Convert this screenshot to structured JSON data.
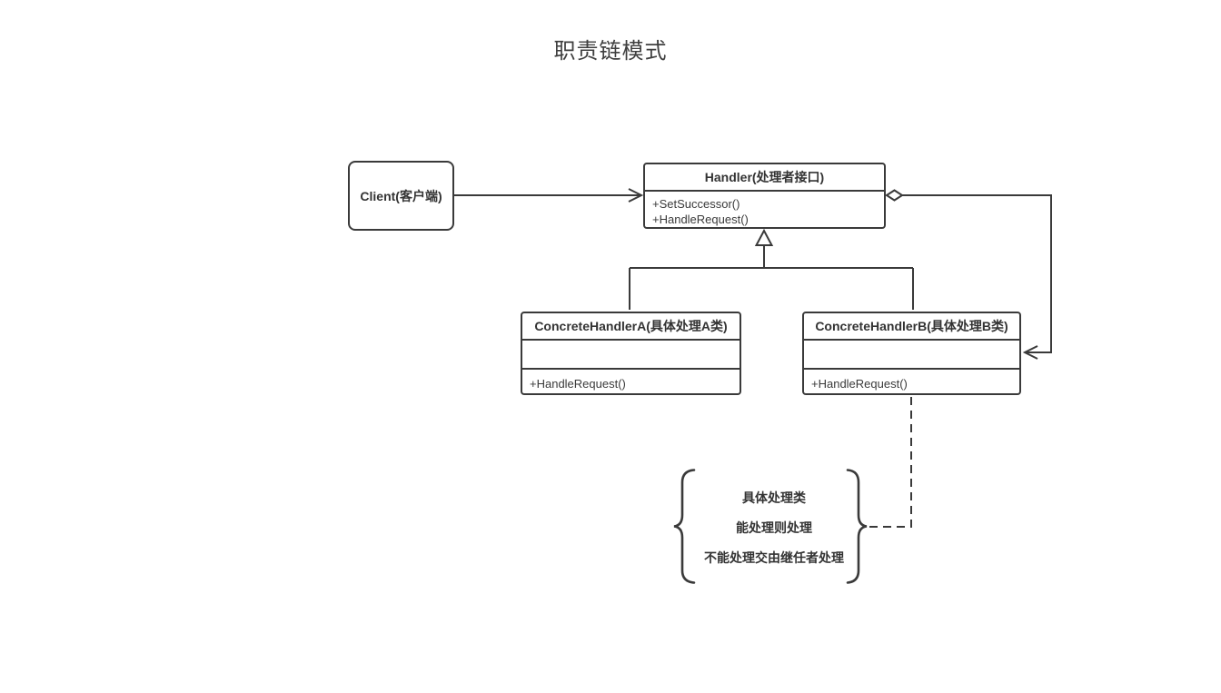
{
  "title": "职责链模式",
  "colors": {
    "stroke": "#3a3a3a",
    "text": "#333333",
    "background": "#ffffff"
  },
  "classes": {
    "client": {
      "label": "Client(客户端)"
    },
    "handler": {
      "title": "Handler(处理者接口)",
      "methods": [
        "+SetSuccessor()",
        "+HandleRequest()"
      ]
    },
    "concrete_a": {
      "title": "ConcreteHandlerA(具体处理A类)",
      "methods": [
        "+HandleRequest()"
      ]
    },
    "concrete_b": {
      "title": "ConcreteHandlerB(具体处理B类)",
      "methods": [
        "+HandleRequest()"
      ]
    }
  },
  "note": {
    "lines": [
      "具体处理类",
      "能处理则处理",
      "不能处理交由继任者处理"
    ]
  }
}
